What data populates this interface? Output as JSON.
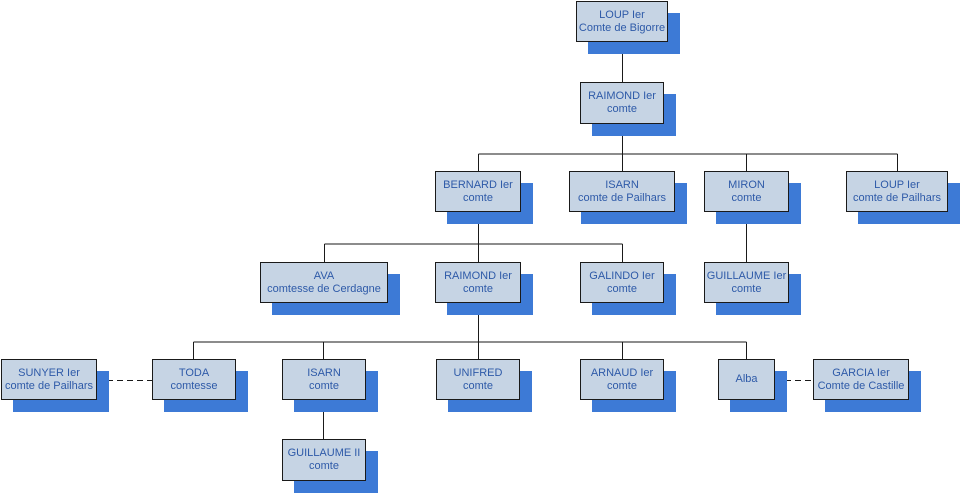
{
  "colors": {
    "box_fill": "#c6d4e4",
    "box_border": "#1a1a1a",
    "shadow": "#3d7ad6",
    "text": "#2e5aa8",
    "connector": "#1a1a1a"
  },
  "nodes": {
    "loup1": {
      "line1": "LOUP Ier",
      "line2": "Comte de Bigorre"
    },
    "raimond1": {
      "line1": "RAIMOND Ier",
      "line2": "comte"
    },
    "bernard1": {
      "line1": "BERNARD Ier",
      "line2": "comte"
    },
    "isarn_pailhars": {
      "line1": "ISARN",
      "line2": "comte de Pailhars"
    },
    "miron": {
      "line1": "MIRON",
      "line2": "comte"
    },
    "loup_pailhars": {
      "line1": "LOUP Ier",
      "line2": "comte de Pailhars"
    },
    "ava": {
      "line1": "AVA",
      "line2": "comtesse de Cerdagne"
    },
    "raimond_b": {
      "line1": "RAIMOND Ier",
      "line2": "comte"
    },
    "galindo": {
      "line1": "GALINDO Ier",
      "line2": "comte"
    },
    "guillaume1": {
      "line1": "GUILLAUME Ier",
      "line2": "comte"
    },
    "sunyer": {
      "line1": "SUNYER Ier",
      "line2": "comte de Pailhars"
    },
    "toda": {
      "line1": "TODA",
      "line2": "comtesse"
    },
    "isarn_c": {
      "line1": "ISARN",
      "line2": "comte"
    },
    "unifred": {
      "line1": "UNIFRED",
      "line2": "comte"
    },
    "arnaud": {
      "line1": "ARNAUD Ier",
      "line2": "comte"
    },
    "alba": {
      "line1": "Alba",
      "line2": ""
    },
    "garcia": {
      "line1": "GARCIA Ier",
      "line2": "Comte de Castille"
    },
    "guillaume2": {
      "line1": "GUILLAUME II",
      "line2": "comte"
    }
  }
}
